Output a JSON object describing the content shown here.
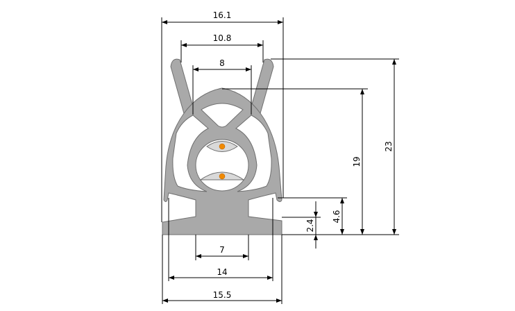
{
  "drawing": {
    "title": "Seal profile cross-section",
    "dimensions": {
      "overall_width_top": "16.1",
      "ear_spacing_outer": "10.8",
      "ear_spacing_inner": "8",
      "total_height": "23",
      "bulb_height": "19",
      "base_height": "4.6",
      "flange_height": "2.4",
      "stem_width": "7",
      "leg_width": "14",
      "base_width": "15.5"
    },
    "colors": {
      "profile": "#a9a9a9",
      "insert": "#d9d9d9",
      "marker": "#f08a00"
    }
  }
}
